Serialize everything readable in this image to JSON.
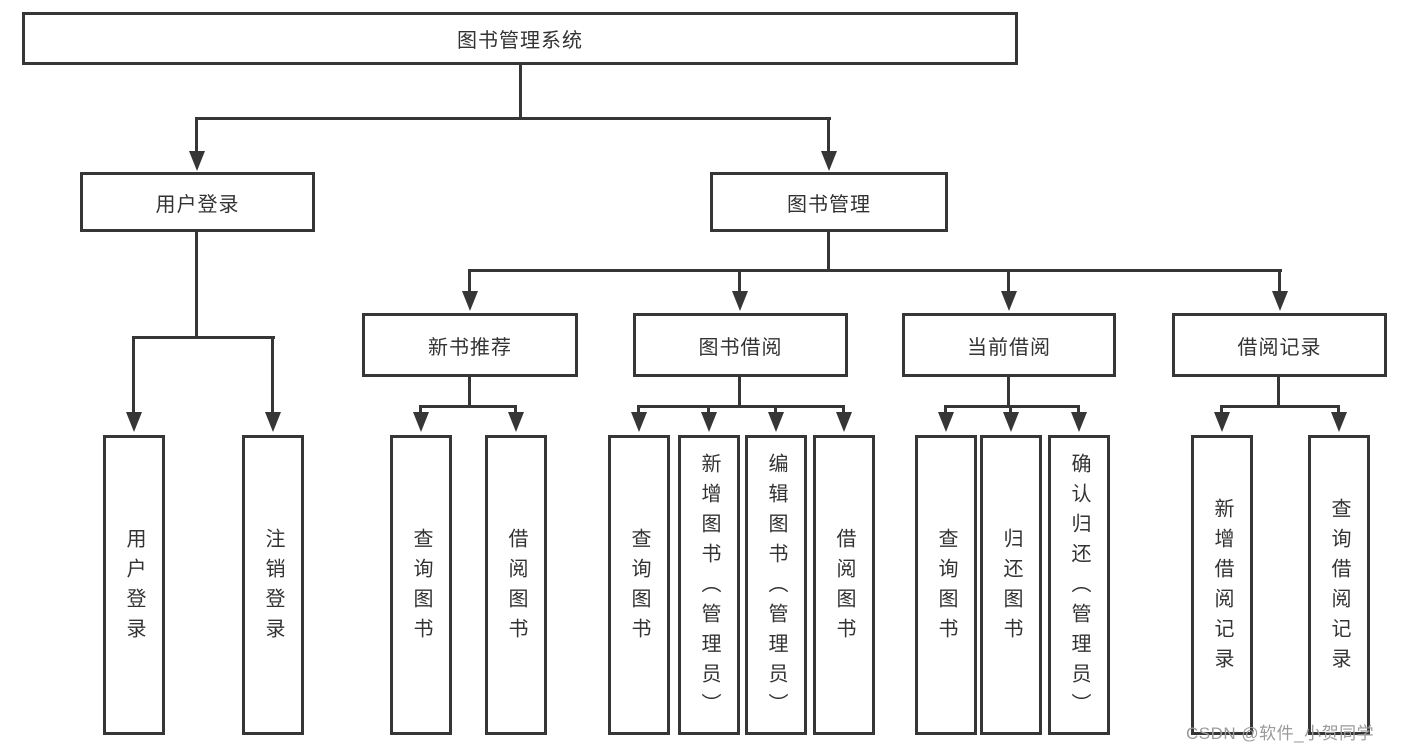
{
  "diagram": {
    "title": "图书管理系统",
    "nodes": {
      "root": {
        "label": "图书管理系统"
      },
      "user_login": {
        "label": "用户登录"
      },
      "book_mgmt": {
        "label": "图书管理"
      },
      "new_rec": {
        "label": "新书推荐"
      },
      "book_borrow": {
        "label": "图书借阅"
      },
      "current_borrow": {
        "label": "当前借阅"
      },
      "borrow_records": {
        "label": "借阅记录"
      },
      "leaf_login": {
        "label": "用户登录"
      },
      "leaf_logout": {
        "label": "注销登录"
      },
      "leaf_query_new": {
        "label": "查询图书"
      },
      "leaf_borrow_new": {
        "label": "借阅图书"
      },
      "leaf_query_borrow": {
        "label": "查询图书"
      },
      "leaf_add_book": {
        "label": "新增图书（管理员）"
      },
      "leaf_edit_book": {
        "label": "编辑图书（管理员）"
      },
      "leaf_borrow_book": {
        "label": "借阅图书"
      },
      "leaf_query_current": {
        "label": "查询图书"
      },
      "leaf_return_book": {
        "label": "归还图书"
      },
      "leaf_confirm_return": {
        "label": "确认归还（管理员）"
      },
      "leaf_add_record": {
        "label": "新增借阅记录"
      },
      "leaf_query_record": {
        "label": "查询借阅记录"
      }
    },
    "edges": [
      [
        "root",
        "user_login"
      ],
      [
        "root",
        "book_mgmt"
      ],
      [
        "user_login",
        "leaf_login"
      ],
      [
        "user_login",
        "leaf_logout"
      ],
      [
        "book_mgmt",
        "new_rec"
      ],
      [
        "book_mgmt",
        "book_borrow"
      ],
      [
        "book_mgmt",
        "current_borrow"
      ],
      [
        "book_mgmt",
        "borrow_records"
      ],
      [
        "new_rec",
        "leaf_query_new"
      ],
      [
        "new_rec",
        "leaf_borrow_new"
      ],
      [
        "book_borrow",
        "leaf_query_borrow"
      ],
      [
        "book_borrow",
        "leaf_add_book"
      ],
      [
        "book_borrow",
        "leaf_edit_book"
      ],
      [
        "book_borrow",
        "leaf_borrow_book"
      ],
      [
        "current_borrow",
        "leaf_query_current"
      ],
      [
        "current_borrow",
        "leaf_return_book"
      ],
      [
        "current_borrow",
        "leaf_confirm_return"
      ],
      [
        "borrow_records",
        "leaf_add_record"
      ],
      [
        "borrow_records",
        "leaf_query_record"
      ]
    ],
    "colors": {
      "line": "#363636",
      "text": "#333333",
      "background": "#ffffff",
      "watermark_text": "#9b9b9b"
    }
  },
  "watermark": {
    "text": "CSDN @软件_小贺同学"
  }
}
